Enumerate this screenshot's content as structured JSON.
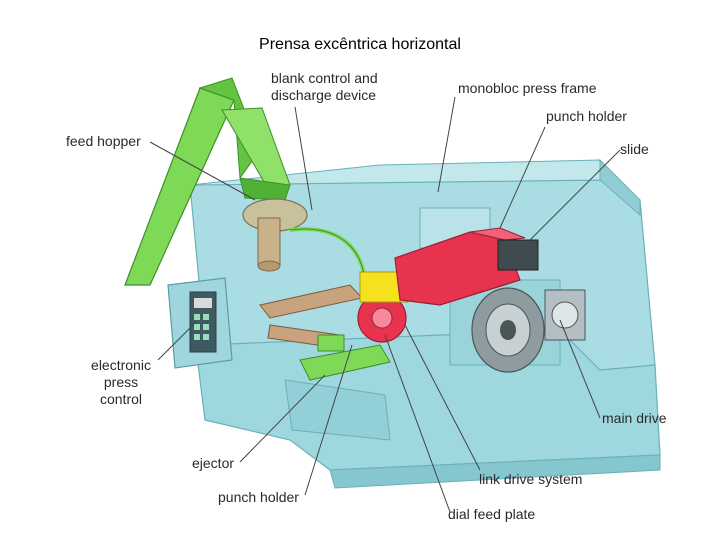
{
  "title": "Prensa excêntrica horizontal",
  "labels": {
    "blank_control": [
      "blank control and",
      "discharge device"
    ],
    "monobloc_press_frame": "monobloc press frame",
    "punch_holder_top": "punch holder",
    "feed_hopper": "feed hopper",
    "slide": "slide",
    "electronic_press_control": [
      "electronic",
      "press",
      "control"
    ],
    "main_drive": "main drive",
    "ejector": "ejector",
    "link_drive_system": "link drive system",
    "punch_holder_bottom": "punch holder",
    "dial_feed_plate": "dial feed plate"
  },
  "colors": {
    "frame": "#a9dde3",
    "frame_dark": "#7fc3cb",
    "hopper": "#7ed957",
    "hopper_dark": "#4fb236",
    "slide": "#e8334f",
    "yellow": "#f5e11d",
    "gray": "#8f9c9f",
    "leader": "#444444"
  }
}
